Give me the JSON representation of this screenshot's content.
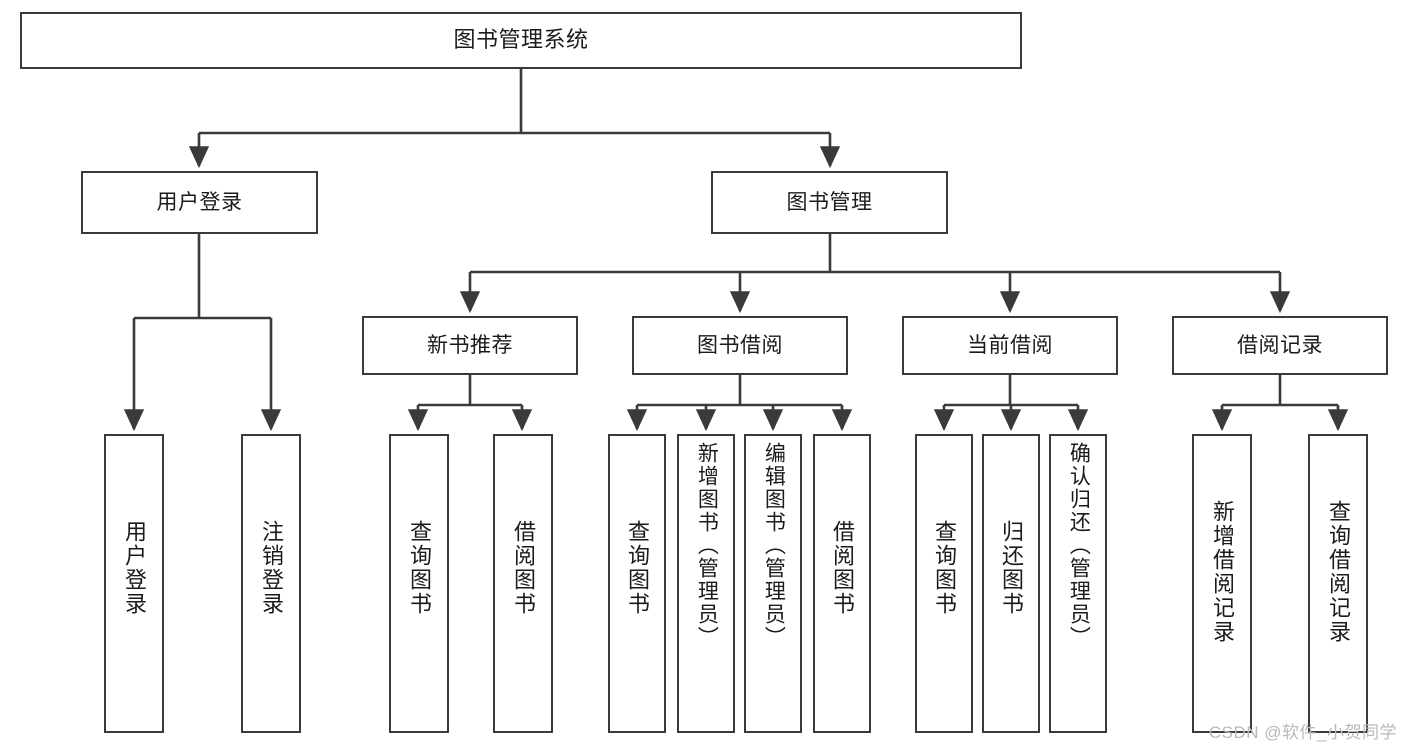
{
  "diagram": {
    "title": "图书管理系统",
    "type": "tree-hierarchy",
    "watermark": "CSDN @软件_小贺同学",
    "colors": {
      "stroke": "#3a3a3a",
      "fill": "#ffffff",
      "text": "#1b1b1b",
      "watermark": "#b9b9b9"
    },
    "nodes": {
      "root": {
        "label": "图书管理系统",
        "level": 0
      },
      "l1": [
        {
          "id": "user-login",
          "label": "用户登录",
          "level": 1
        },
        {
          "id": "book-manage",
          "label": "图书管理",
          "level": 1
        }
      ],
      "l2": [
        {
          "id": "new-book-rec",
          "label": "新书推荐",
          "level": 2
        },
        {
          "id": "book-borrow",
          "label": "图书借阅",
          "level": 2
        },
        {
          "id": "current-borrow",
          "label": "当前借阅",
          "level": 2
        },
        {
          "id": "borrow-record",
          "label": "借阅记录",
          "level": 2
        }
      ],
      "leaves": [
        {
          "id": "leaf-user-login",
          "label": "用户登录",
          "parent": "user-login"
        },
        {
          "id": "leaf-logout",
          "label": "注销登录",
          "parent": "user-login"
        },
        {
          "id": "leaf-query-book-1",
          "label": "查询图书",
          "parent": "new-book-rec"
        },
        {
          "id": "leaf-borrow-book-1",
          "label": "借阅图书",
          "parent": "new-book-rec"
        },
        {
          "id": "leaf-query-book-2",
          "label": "查询图书",
          "parent": "book-borrow"
        },
        {
          "id": "leaf-add-book",
          "label": "新增图书（管理员）",
          "parent": "book-borrow"
        },
        {
          "id": "leaf-edit-book",
          "label": "编辑图书（管理员）",
          "parent": "book-borrow"
        },
        {
          "id": "leaf-borrow-book-2",
          "label": "借阅图书",
          "parent": "book-borrow"
        },
        {
          "id": "leaf-query-book-3",
          "label": "查询图书",
          "parent": "current-borrow"
        },
        {
          "id": "leaf-return-book",
          "label": "归还图书",
          "parent": "current-borrow"
        },
        {
          "id": "leaf-confirm-return",
          "label": "确认归还（管理员）",
          "parent": "current-borrow"
        },
        {
          "id": "leaf-add-record",
          "label": "新增借阅记录",
          "parent": "borrow-record"
        },
        {
          "id": "leaf-query-record",
          "label": "查询借阅记录",
          "parent": "borrow-record"
        }
      ]
    }
  }
}
